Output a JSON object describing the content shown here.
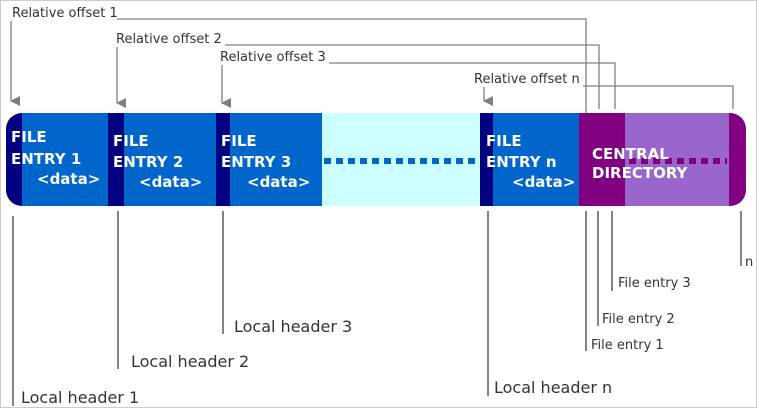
{
  "colors": {
    "header": "#000080",
    "data": "#0066cc",
    "gap": "#ccffff",
    "central_dark": "#800080",
    "central_light": "#9966cc",
    "lines": "#808080"
  },
  "offsets": [
    "Relative offset 1",
    "Relative offset 2",
    "Relative offset 3",
    "Relative offset n"
  ],
  "entries": [
    {
      "line1": "FILE",
      "line2": "ENTRY 1",
      "data": "<data>"
    },
    {
      "line1": "FILE",
      "line2": "ENTRY 2",
      "data": "<data>"
    },
    {
      "line1": "FILE",
      "line2": "ENTRY 3",
      "data": "<data>"
    },
    {
      "line1": "FILE",
      "line2": "ENTRY n",
      "data": "<data>"
    }
  ],
  "central": {
    "line1": "CENTRAL",
    "line2": "DIRECTORY"
  },
  "local_headers": [
    "Local header 1",
    "Local header 2",
    "Local header 3",
    "Local header n"
  ],
  "cd_entries": [
    "File entry 1",
    "File entry 2",
    "File entry 3",
    "n"
  ]
}
